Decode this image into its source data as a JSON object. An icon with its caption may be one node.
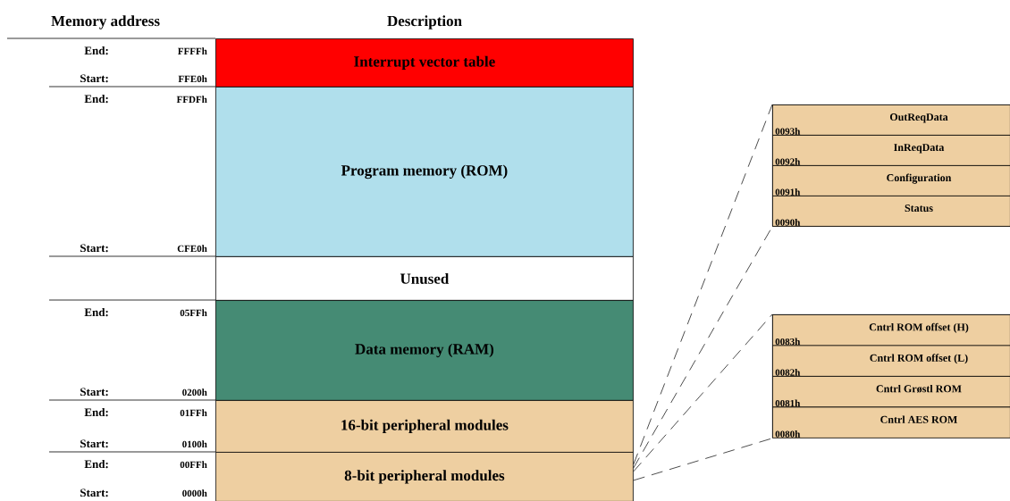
{
  "diagram": {
    "nodes": [
      {
        "text": [
          "Interrupt vector table"
        ]
      },
      {
        "text": [
          "Program memory (ROM)"
        ]
      },
      {
        "text": [
          "Unused"
        ]
      },
      {
        "text": [
          "Data memory (RAM)"
        ]
      },
      {
        "text": [
          "16-bit peripheral modules"
        ]
      },
      {
        "text": [
          "8-bit peripheral modules"
        ]
      },
      {
        "text": [],
        "shape": "box"
      },
      {
        "text": [
          "0093h",
          "OutReqData"
        ],
        "in": 6
      },
      {
        "text": [
          "0092h",
          "InReqData"
        ],
        "in": 6
      },
      {
        "text": [
          "0091h",
          "Configuration"
        ],
        "in": 6
      },
      {
        "text": [
          "0090h",
          "Status"
        ],
        "in": 6
      },
      {
        "text": [],
        "shape": "box"
      },
      {
        "text": [
          "0083h",
          "Cntrl ROM offset (H)"
        ],
        "in": 11
      },
      {
        "text": [
          "0082h",
          "Cntrl ROM offset (L)"
        ],
        "in": 11
      },
      {
        "text": [
          "0081h",
          "Cntrl Grøstl ROM"
        ],
        "in": 11
      },
      {
        "text": [
          "0080h",
          "Cntrl AES ROM"
        ],
        "in": 11
      }
    ],
    "edges": [
      {
        "from": 5,
        "to": 6,
        "arrow": "none",
        "style": "dashed"
      },
      {
        "from": 5,
        "to": 6,
        "arrow": "none",
        "style": "dashed"
      },
      {
        "from": 5,
        "to": 11,
        "arrow": "none",
        "style": "dashed"
      },
      {
        "from": 5,
        "to": 11,
        "arrow": "none",
        "style": "dashed"
      }
    ],
    "labels": [
      "Memory address",
      "Description",
      "End:",
      "FFFFh",
      "Start:",
      "FFE0h",
      "End:",
      "FFDFh",
      "Start:",
      "CFE0h",
      "End:",
      "05FFh",
      "Start:",
      "0200h",
      "End:",
      "01FFh",
      "Start:",
      "0100h",
      "End:",
      "00FFh",
      "Start:",
      "0000h"
    ]
  }
}
